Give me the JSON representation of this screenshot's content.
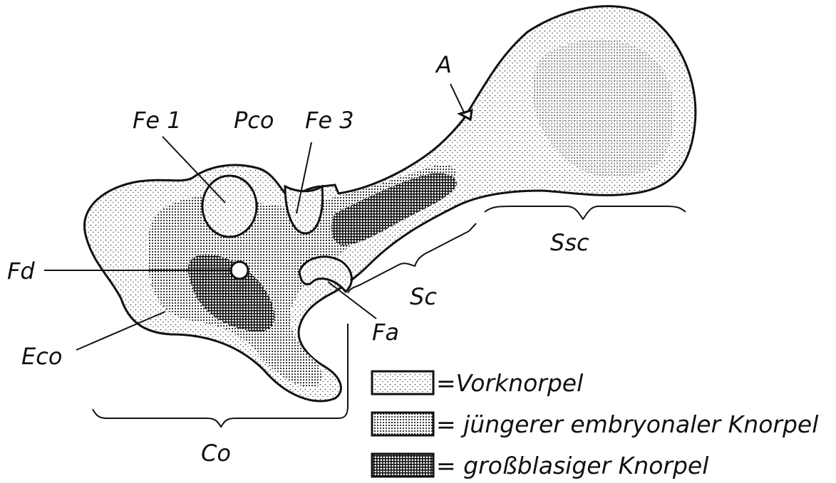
{
  "labels": {
    "fe1": "Fe 1",
    "pco": "Pco",
    "fe3": "Fe 3",
    "a": "A",
    "fd": "Fd",
    "eco": "Eco",
    "sc": "Sc",
    "ssc": "Ssc",
    "fa": "Fa",
    "co": "Co"
  },
  "legend": [
    {
      "text": "=Vorknorpel",
      "pattern": "fine-dots"
    },
    {
      "text": "= jüngerer embryonaler Knorpel",
      "pattern": "medium-dots"
    },
    {
      "text": "= großblasiger Knorpel",
      "pattern": "grid"
    }
  ]
}
